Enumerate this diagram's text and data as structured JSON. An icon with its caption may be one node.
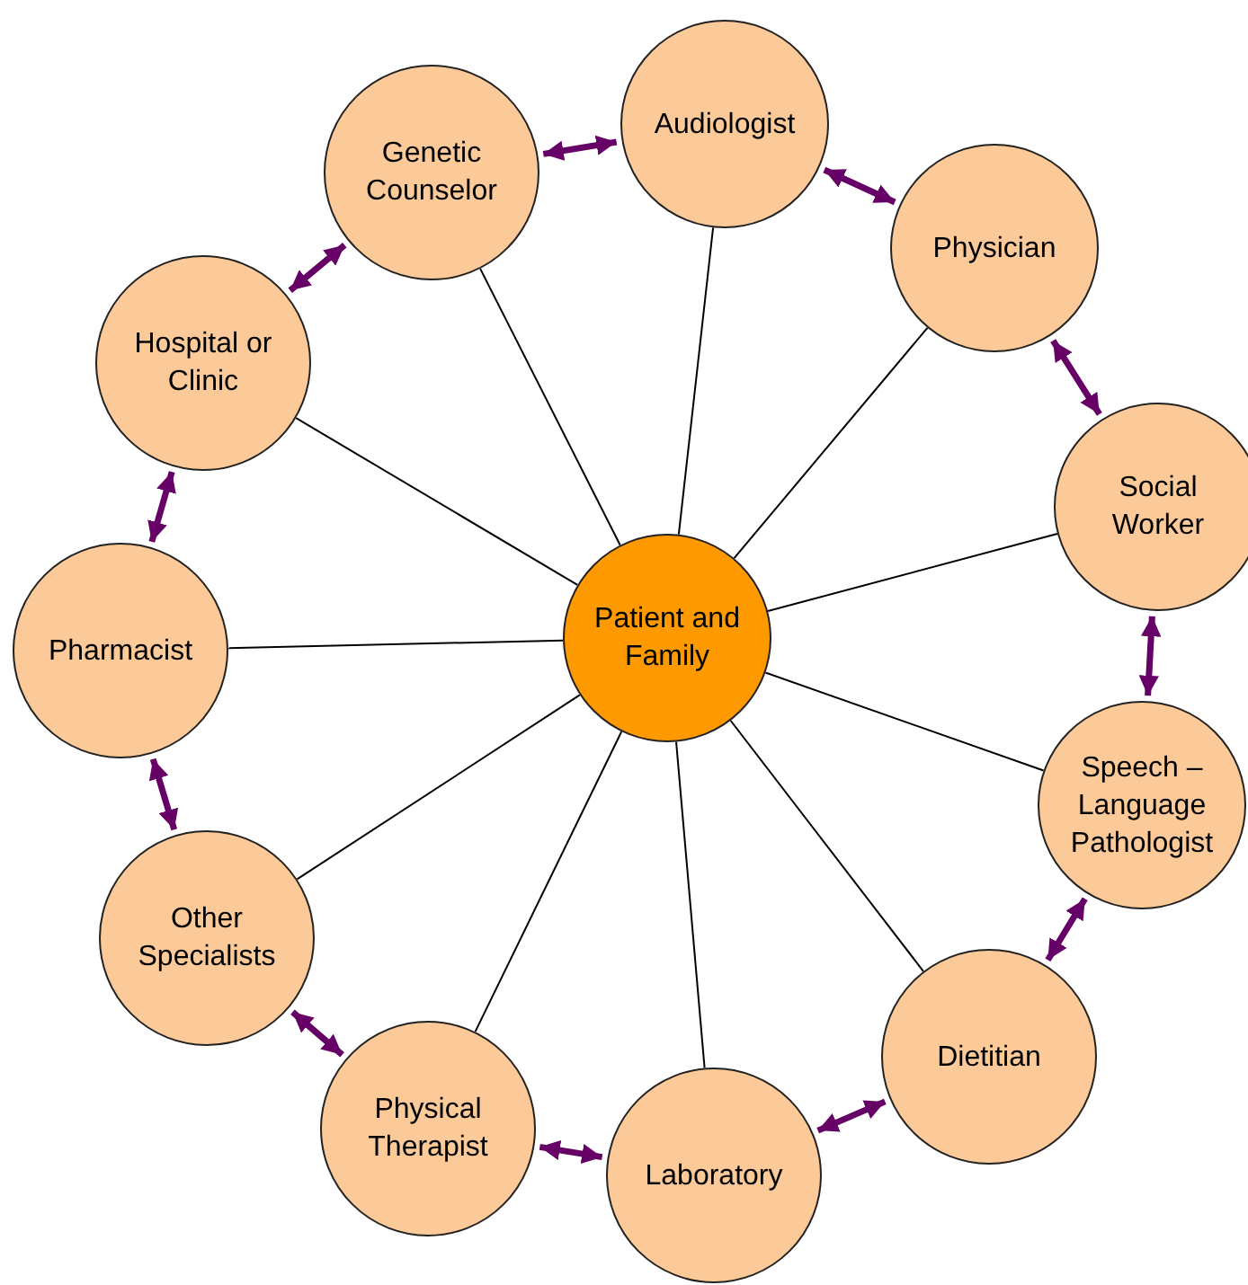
{
  "diagram": {
    "nodes": [
      {
        "text": [
          "Patient and Family"
        ]
      },
      {
        "text": [
          "Audiologist"
        ]
      },
      {
        "text": [
          "Physician"
        ]
      },
      {
        "text": [
          "Social Worker"
        ]
      },
      {
        "text": [
          "Speech – Language Pathologist"
        ]
      },
      {
        "text": [
          "Dietitian"
        ]
      },
      {
        "text": [
          "Laboratory"
        ]
      },
      {
        "text": [
          "Physical Therapist"
        ]
      },
      {
        "text": [
          "Other Specialists"
        ]
      },
      {
        "text": [
          "Pharmacist"
        ]
      },
      {
        "text": [
          "Hospital or Clinic"
        ]
      },
      {
        "text": [
          "Genetic Counselor"
        ]
      }
    ],
    "edges": [
      {
        "from": 0,
        "to": 1,
        "arrow": "none"
      },
      {
        "from": 0,
        "to": 2,
        "arrow": "none"
      },
      {
        "from": 0,
        "to": 3,
        "arrow": "none"
      },
      {
        "from": 0,
        "to": 4,
        "arrow": "none"
      },
      {
        "from": 0,
        "to": 5,
        "arrow": "none"
      },
      {
        "from": 0,
        "to": 6,
        "arrow": "none"
      },
      {
        "from": 0,
        "to": 7,
        "arrow": "none"
      },
      {
        "from": 0,
        "to": 8,
        "arrow": "none"
      },
      {
        "from": 0,
        "to": 9,
        "arrow": "none"
      },
      {
        "from": 0,
        "to": 10,
        "arrow": "none"
      },
      {
        "from": 0,
        "to": 11,
        "arrow": "none"
      },
      {
        "from": 1,
        "to": 2,
        "arrow": "both",
        "style": "thick",
        "color": "#660066"
      },
      {
        "from": 2,
        "to": 3,
        "arrow": "both",
        "style": "thick",
        "color": "#660066"
      },
      {
        "from": 3,
        "to": 4,
        "arrow": "both",
        "style": "thick",
        "color": "#660066"
      },
      {
        "from": 4,
        "to": 5,
        "arrow": "both",
        "style": "thick",
        "color": "#660066"
      },
      {
        "from": 5,
        "to": 6,
        "arrow": "both",
        "style": "thick",
        "color": "#660066"
      },
      {
        "from": 6,
        "to": 7,
        "arrow": "both",
        "style": "thick",
        "color": "#660066"
      },
      {
        "from": 7,
        "to": 8,
        "arrow": "both",
        "style": "thick",
        "color": "#660066"
      },
      {
        "from": 8,
        "to": 9,
        "arrow": "both",
        "style": "thick",
        "color": "#660066"
      },
      {
        "from": 9,
        "to": 10,
        "arrow": "both",
        "style": "thick",
        "color": "#660066"
      },
      {
        "from": 10,
        "to": 11,
        "arrow": "both",
        "style": "thick",
        "color": "#660066"
      },
      {
        "from": 11,
        "to": 1,
        "arrow": "both",
        "style": "thick",
        "color": "#660066"
      }
    ]
  }
}
